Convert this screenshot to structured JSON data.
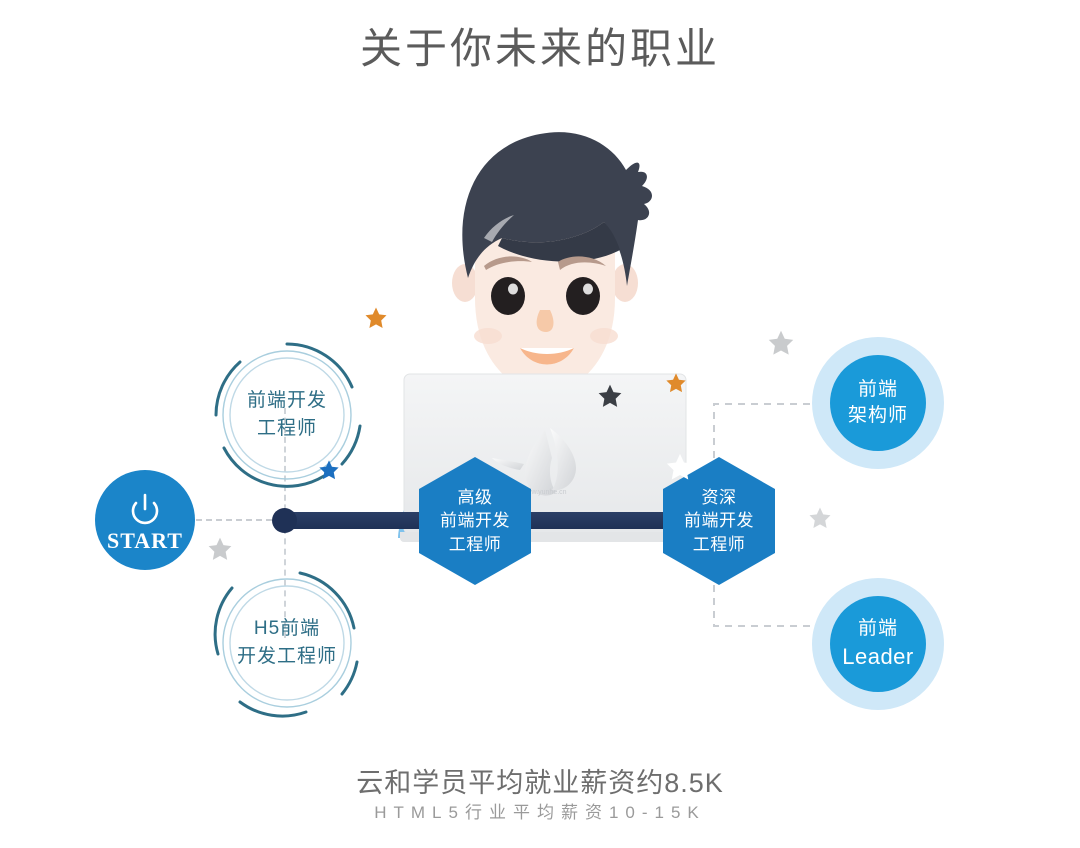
{
  "page": {
    "title": "关于你未来的职业",
    "background_color": "#ffffff"
  },
  "start": {
    "label": "START",
    "icon": "power-icon",
    "color": "#1b85c9"
  },
  "nodes": {
    "front_end_dev": {
      "line1": "前端开发",
      "line2": "工程师",
      "color": "#2e6e86"
    },
    "h5_front_end_dev": {
      "line1": "H5前端",
      "line2": "开发工程师",
      "color": "#2e6e86"
    },
    "senior_front_end": {
      "line1": "高级",
      "line2": "前端开发",
      "line3": "工程师",
      "color": "#1a7ec4"
    },
    "expert_front_end": {
      "line1": "资深",
      "line2": "前端开发",
      "line3": "工程师",
      "color": "#1a7ec4"
    },
    "front_end_architect": {
      "line1": "前端",
      "line2": "架构师",
      "color": "#1a9ad9"
    },
    "front_end_leader": {
      "line1": "前端",
      "line2": "Leader",
      "color": "#1a9ad9"
    }
  },
  "footer": {
    "main": "云和学员平均就业薪资约8.5K",
    "sub": "HTML5行业平均薪资10-15K"
  },
  "accents": {
    "orange": "#e08a2b",
    "dark": "#3b3f45",
    "gray": "#c9cbcd",
    "blue": "#1b6fc0",
    "white": "#ffffff",
    "navy": "#1f3156",
    "dash": "#c9cdd2"
  }
}
